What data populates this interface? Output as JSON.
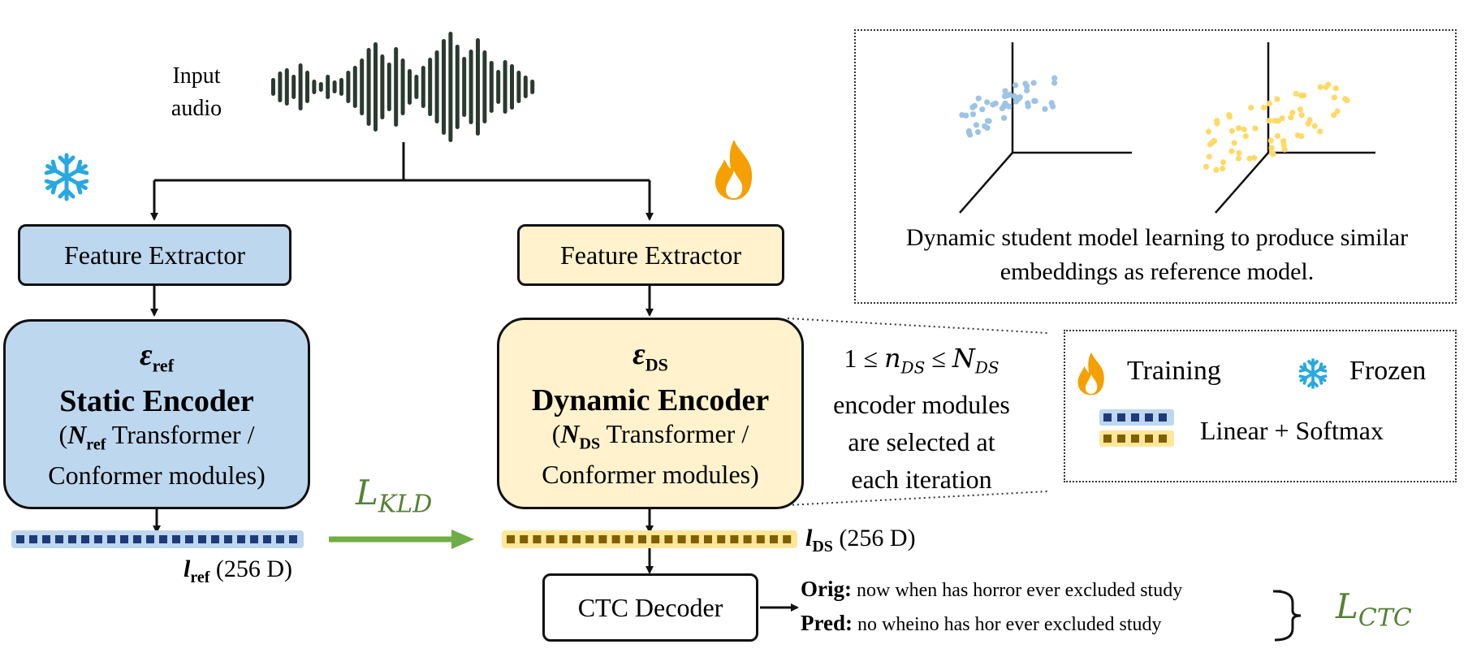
{
  "input_audio": {
    "line1": "Input",
    "line2": "audio"
  },
  "left": {
    "feature_extractor": "Feature Extractor",
    "encoder_symbol": "ε",
    "encoder_symbol_sub": "ref",
    "encoder_name": "Static Encoder",
    "desc_open": "(",
    "desc_N": "N",
    "desc_N_sub": "ref",
    "desc_rest1": " Transformer /",
    "desc_line2": "Conformer modules)",
    "embedding_symbol": "l",
    "embedding_sub": "ref",
    "embedding_dim": "(256 D)",
    "state_icon": "snowflake-icon"
  },
  "right": {
    "feature_extractor": "Feature Extractor",
    "encoder_symbol": "ε",
    "encoder_symbol_sub": "DS",
    "encoder_name": "Dynamic Encoder",
    "desc_open": "(",
    "desc_N": "N",
    "desc_N_sub": "DS",
    "desc_rest1": " Transformer /",
    "desc_line2": "Conformer modules)",
    "embedding_symbol": "l",
    "embedding_sub": "DS",
    "embedding_dim": "(256 D)",
    "state_icon": "flame-icon"
  },
  "kld": {
    "L": "L",
    "sub": "KLD"
  },
  "selection_note": {
    "math_prefix": "1 ≤ ",
    "n": "n",
    "n_sub": "DS",
    "mid": " ≤ ",
    "N": "N",
    "N_sub": "DS",
    "line2": "encoder modules",
    "line3": "are selected at",
    "line4": "each iteration"
  },
  "ctc_decoder": "CTC Decoder",
  "transcripts": {
    "orig_label": "Orig:",
    "orig_text": "now when has horror ever excluded study",
    "pred_label": "Pred:",
    "pred_text": "no wheino has hor ever excluded study"
  },
  "ctc_loss": {
    "L": "L",
    "sub": "CTC"
  },
  "embedding_panel": {
    "caption_line1": "Dynamic student model learning to produce similar",
    "caption_line2": "embeddings as reference model."
  },
  "legend": {
    "training": "Training",
    "frozen": "Frozen",
    "linear_softmax": "Linear + Softmax"
  },
  "colors": {
    "blue_fill": "#bdd7ee",
    "yellow_fill": "#fff2cc",
    "navy": "#1f3a7a",
    "olive": "#7f6000",
    "green_text": "#548235",
    "arrow_green": "#70ad47",
    "snow_blue": "#29a8e0",
    "flame_orange": "#f5a000",
    "scatter_blue": "#9dc3e6",
    "scatter_yellow": "#ffd966"
  }
}
